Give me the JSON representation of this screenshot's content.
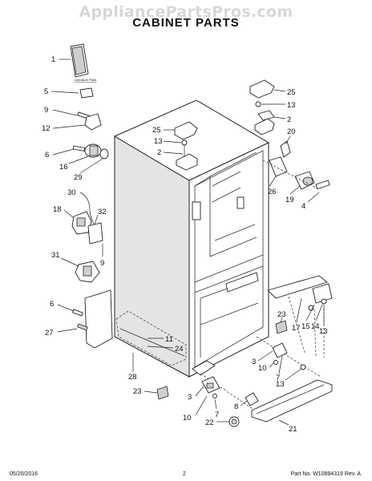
{
  "header": {
    "watermark": "AppliancePartsPros.com",
    "title": "CABINET PARTS"
  },
  "literature_label": "Literature Parts",
  "callouts": {
    "c1": "1",
    "c5": "5",
    "c9a": "9",
    "c12": "12",
    "c6a": "6",
    "c16": "16",
    "c29": "29",
    "c30": "30",
    "c18": "18",
    "c32": "32",
    "c9b": "9",
    "c31": "31",
    "c6b": "6",
    "c27": "27",
    "c28": "28",
    "c23a": "23",
    "c11": "11",
    "c24": "24",
    "c25a": "25",
    "c13a": "13",
    "c2a": "2",
    "c25b": "25",
    "c13b": "13",
    "c2b": "2",
    "c20": "20",
    "c26": "26",
    "c19": "19",
    "c4": "4",
    "c23b": "23",
    "c17": "17",
    "c15": "15",
    "c14": "14",
    "c13c": "13",
    "c13d": "13",
    "c3a": "3",
    "c10a": "10",
    "c7a": "7",
    "c3b": "3",
    "c10b": "10",
    "c7b": "7",
    "c8": "8",
    "c22": "22",
    "c21": "21"
  },
  "footer": {
    "date": "05/20/2016",
    "page": "2",
    "part_no": "Part No. W10894319  Rev. A"
  }
}
